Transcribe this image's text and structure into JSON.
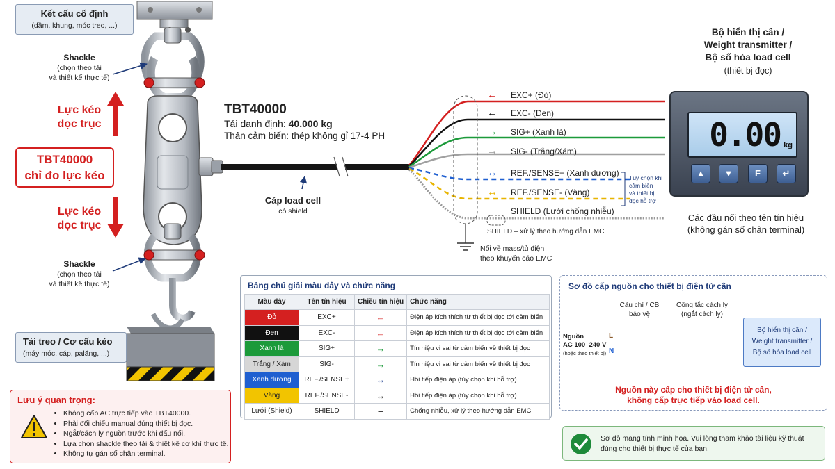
{
  "structure": {
    "title": "Kết cấu cố định",
    "subtitle": "(dầm, khung, móc treo, ...)"
  },
  "shackle_top": {
    "title": "Shackle",
    "line1": "(chọn theo tải",
    "line2": "và thiết kế thực tế)"
  },
  "shackle_bottom": {
    "title": "Shackle",
    "line1": "(chọn theo tải",
    "line2": "và thiết kế thực tế)"
  },
  "pull_top": {
    "line1": "Lực kéo",
    "line2": "dọc trục"
  },
  "pull_bottom": {
    "line1": "Lực kéo",
    "line2": "dọc trục"
  },
  "tbt_badge": {
    "line1": "TBT40000",
    "line2": "chỉ đo lực kéo"
  },
  "load": {
    "title": "Tải treo / Cơ cấu kéo",
    "subtitle": "(máy móc, cáp, palăng, ...)"
  },
  "sensor": {
    "model": "TBT40000",
    "rated_prefix": "Tải danh định: ",
    "rated_value": "40.000 kg",
    "body": "Thân cảm biến: thép không gỉ 17-4 PH"
  },
  "cable": {
    "title": "Cáp load cell",
    "subtitle": "có shield"
  },
  "wires": [
    {
      "label": "EXC+ (Đỏ)",
      "color": "#d42020",
      "arrow": "←"
    },
    {
      "label": "EXC- (Đen)",
      "color": "#111111",
      "arrow": "←"
    },
    {
      "label": "SIG+ (Xanh lá)",
      "color": "#1c9a3a",
      "arrow": "→"
    },
    {
      "label": "SIG- (Trắng/Xám)",
      "color": "#9a9a9a",
      "arrow": "→"
    },
    {
      "label": "REF./SENSE+ (Xanh dương)",
      "color": "#1f5fd0",
      "arrow": "↔"
    },
    {
      "label": "REF./SENSE- (Vàng)",
      "color": "#e8b400",
      "arrow": "↔"
    },
    {
      "label": "SHIELD (Lưới chống nhiễu)",
      "color": "#888888",
      "arrow": ""
    }
  ],
  "optional_note": [
    "Tùy chọn khi",
    "cảm biến",
    "và thiết bị",
    "đọc hỗ trợ"
  ],
  "shield_note": "SHIELD – xử lý theo hướng dẫn EMC",
  "ground_note": {
    "line1": "Nối về mass/tủ điện",
    "line2": "theo khuyến cáo EMC"
  },
  "display": {
    "heading": [
      "Bộ hiển thị cân /",
      "Weight transmitter /",
      "Bộ số hóa load cell"
    ],
    "heading_sub": "(thiết bị đọc)",
    "reading": "0.00",
    "unit": "kg",
    "buttons": [
      "▲",
      "▼",
      "F",
      "↵"
    ],
    "caption": [
      "Các đầu nối theo tên tín hiệu",
      "(không gán số chân terminal)"
    ]
  },
  "important": {
    "title": "Lưu ý quan trọng:",
    "items": [
      "Không cấp AC trực tiếp vào TBT40000.",
      "Phải đối chiếu manual đúng thiết bị đọc.",
      "Ngắt/cách ly nguồn trước khi đấu nối.",
      "Lựa chọn shackle theo tải & thiết kế cơ khí thực tế.",
      "Không tự gán số chân terminal."
    ]
  },
  "legend": {
    "title": "Bảng chú giải màu dây và chức năng",
    "headers": [
      "Màu dây",
      "Tên tín hiệu",
      "Chiều tín hiệu",
      "Chức năng"
    ],
    "rows": [
      {
        "color_name": "Đỏ",
        "bg": "#d42020",
        "fg": "#ffffff",
        "signal": "EXC+",
        "dir": "←",
        "dir_color": "#d42020",
        "fn": "Điện áp kích thích từ thiết bị đọc tới cảm biến"
      },
      {
        "color_name": "Đen",
        "bg": "#111111",
        "fg": "#ffffff",
        "signal": "EXC-",
        "dir": "←",
        "dir_color": "#d42020",
        "fn": "Điện áp kích thích từ thiết bị đọc tới cảm biến"
      },
      {
        "color_name": "Xanh lá",
        "bg": "#1c9a3a",
        "fg": "#ffffff",
        "signal": "SIG+",
        "dir": "→",
        "dir_color": "#1c9a3a",
        "fn": "Tín hiệu vi sai từ cảm biến về thiết bị đọc"
      },
      {
        "color_name": "Trắng / Xám",
        "bg": "#d6d6d6",
        "fg": "#222222",
        "signal": "SIG-",
        "dir": "→",
        "dir_color": "#1c9a3a",
        "fn": "Tín hiệu vi sai từ cảm biến về thiết bị đọc"
      },
      {
        "color_name": "Xanh dương",
        "bg": "#1f5fd0",
        "fg": "#ffffff",
        "signal": "REF./SENSE+",
        "dir": "↔",
        "dir_color": "#1f3f90",
        "fn": "Hồi tiếp điện áp (tùy chọn khi hỗ trợ)"
      },
      {
        "color_name": "Vàng",
        "bg": "#f2c400",
        "fg": "#222222",
        "signal": "REF./SENSE-",
        "dir": "↔",
        "dir_color": "#222222",
        "fn": "Hồi tiếp điện áp (tùy chọn khi hỗ trợ)"
      },
      {
        "color_name": "Lưới (Shield)",
        "bg": "#ffffff",
        "fg": "#222222",
        "signal": "SHIELD",
        "dir": "–",
        "dir_color": "#222222",
        "fn": "Chống nhiễu, xử lý theo hướng dẫn EMC"
      }
    ]
  },
  "power": {
    "title": "Sơ đồ cấp nguồn cho thiết bị điện tử cân",
    "breaker": [
      "Cầu chì / CB",
      "bảo vệ"
    ],
    "switch": [
      "Công tắc cách ly",
      "(ngắt cách ly)"
    ],
    "source": [
      "Nguồn",
      "AC 100–240 V",
      "(hoặc theo thiết bị)"
    ],
    "L": "L",
    "N": "N",
    "target": [
      "Bộ hiển thị cân /",
      "Weight transmitter /",
      "Bộ số hóa load cell"
    ],
    "warning": [
      "Nguồn này cấp cho thiết bị điện tử cân,",
      "không cấp trực tiếp vào load cell."
    ]
  },
  "disclaimer": [
    "Sơ đồ mang tính minh họa. Vui lòng tham khảo tài liệu kỹ thuật",
    "đúng cho thiết bị thực tế của bạn."
  ]
}
